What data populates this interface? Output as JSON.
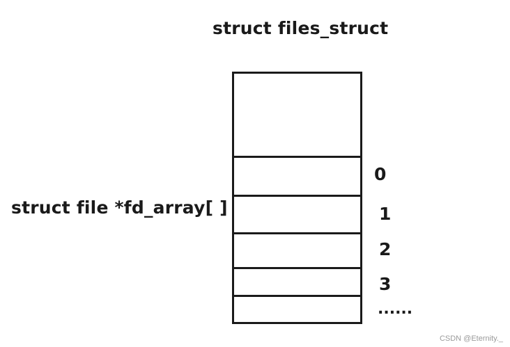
{
  "diagram": {
    "title": "struct files_struct",
    "array_label": "struct file *fd_array[ ]",
    "slots": [
      {
        "index": "0"
      },
      {
        "index": "1"
      },
      {
        "index": "2"
      },
      {
        "index": "3"
      }
    ],
    "continuation": "......",
    "border_color": "#1a1a1a"
  },
  "watermark": {
    "text": "CSDN @Eternity._"
  }
}
